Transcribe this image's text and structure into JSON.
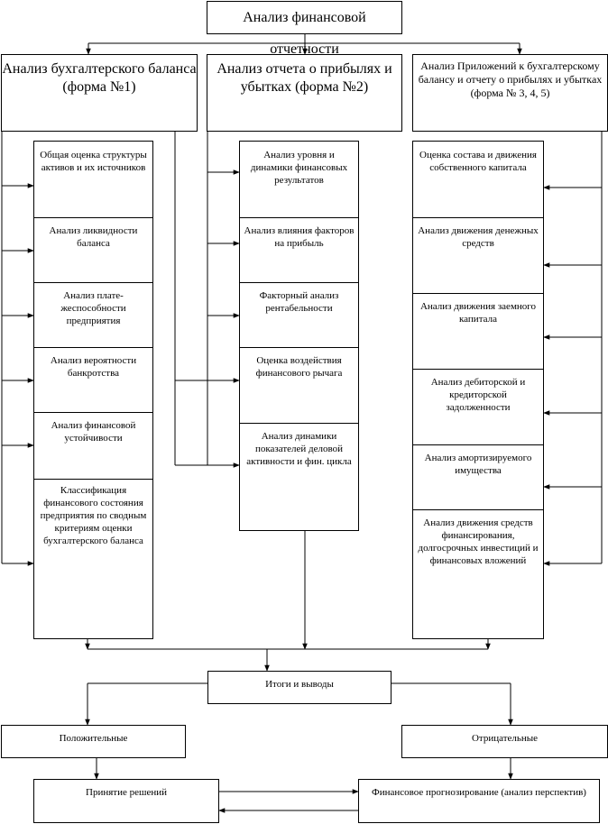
{
  "title": "Анализ финансовой отчетности",
  "sections": [
    {
      "heading": "Анализ бухгалтерского баланса (форма №1)",
      "items": [
        "Общая оценка структуры активов и их источников",
        "Анализ ликвидности баланса",
        "Анализ плате-жеспособности предприятия",
        "Анализ вероятности банкротства",
        "Анализ финансовой устойчивости",
        "Классификация финансового состояния предприятия по сводным критериям оценки бухгалтерского баланса"
      ]
    },
    {
      "heading": "Анализ отчета о прибылях и убытках (форма №2)",
      "items": [
        "Анализ уровня и динамики финансовых результатов",
        "Анализ влияния факторов на прибыль",
        "Факторный анализ рентабельности",
        "Оценка воздействия финансового рычага",
        "Анализ динамики показателей деловой активности и фин. цикла"
      ]
    },
    {
      "heading": "Анализ Приложений к бухгалтерскому балансу и отчету о прибылях и убытках (форма № 3, 4, 5)",
      "items": [
        "Оценка состава и движения собственного капитала",
        "Анализ движения денежных средств",
        "Анализ движения заемного капитала",
        "Анализ дебиторской и кредиторской задолженности",
        "Анализ амортизируемого имущества",
        "Анализ движения средств финансирования, долгосрочных инвестиций и финансовых вложений"
      ]
    }
  ],
  "summary": "Итоги и выводы",
  "positive": "Положительные",
  "negative": "Отрицательные",
  "decisions": "Принятие решений",
  "forecasting": "Финансовое прогнозирование (анализ перспектив)"
}
